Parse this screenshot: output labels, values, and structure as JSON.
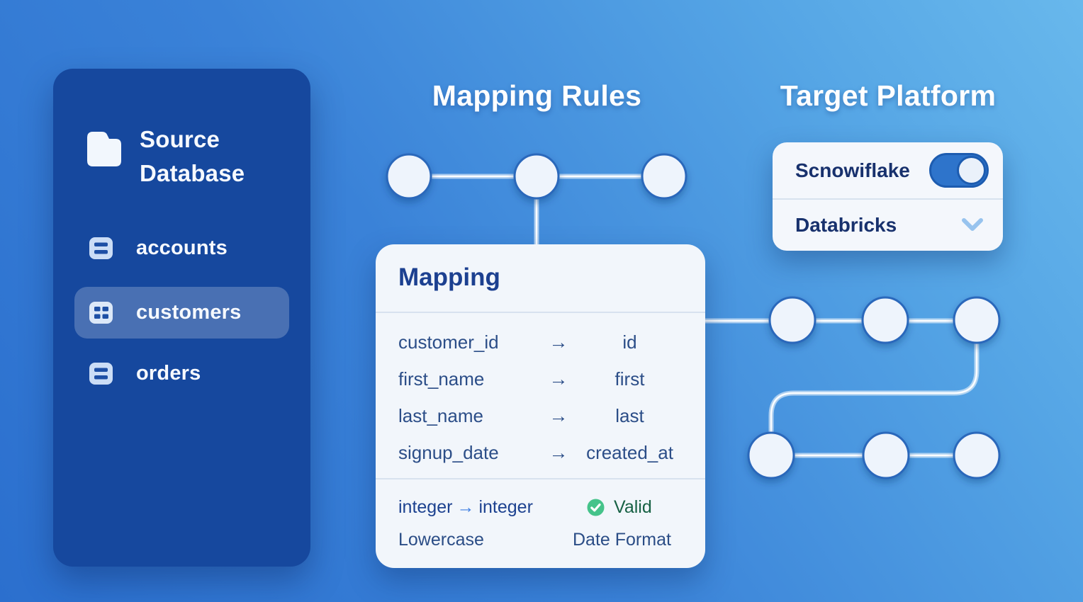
{
  "sidebar": {
    "title": "Source Database",
    "items": [
      {
        "label": "accounts",
        "icon": "table-rows-icon",
        "active": false
      },
      {
        "label": "customers",
        "icon": "table-grid-icon",
        "active": true
      },
      {
        "label": "orders",
        "icon": "table-rows-icon",
        "active": false
      }
    ]
  },
  "mapping_rules": {
    "heading": "Mapping Rules",
    "card": {
      "title": "Mapping",
      "arrow_glyph": "→",
      "rows": [
        {
          "source": "customer_id",
          "target": "id"
        },
        {
          "source": "first_name",
          "target": "first"
        },
        {
          "source": "last_name",
          "target": "last"
        },
        {
          "source": "signup_date",
          "target": "created_at"
        }
      ],
      "footer": {
        "type_from": "integer",
        "type_to": "integer",
        "status_label": "Valid",
        "transform_1": "Lowercase",
        "transform_2": "Date Format"
      }
    }
  },
  "target_platform": {
    "heading": "Target Platform",
    "options": [
      {
        "label": "Scnowiflake",
        "control": "toggle",
        "state": "on"
      },
      {
        "label": "Databricks",
        "control": "dropdown",
        "state": "collapsed"
      }
    ]
  },
  "colors": {
    "background_dark": "#2b6fce",
    "background_light": "#68b8ec",
    "sidebar_bg": "#16489e",
    "card_bg": "#f2f6fb",
    "navy_text": "#1c4090",
    "accent_blue": "#3c7de2",
    "toggle_blue": "#2e74cb",
    "valid_green": "#45c38a",
    "valid_text_green": "#176144",
    "node_fill": "#eef4fc",
    "node_stroke": "#2b67bb"
  }
}
